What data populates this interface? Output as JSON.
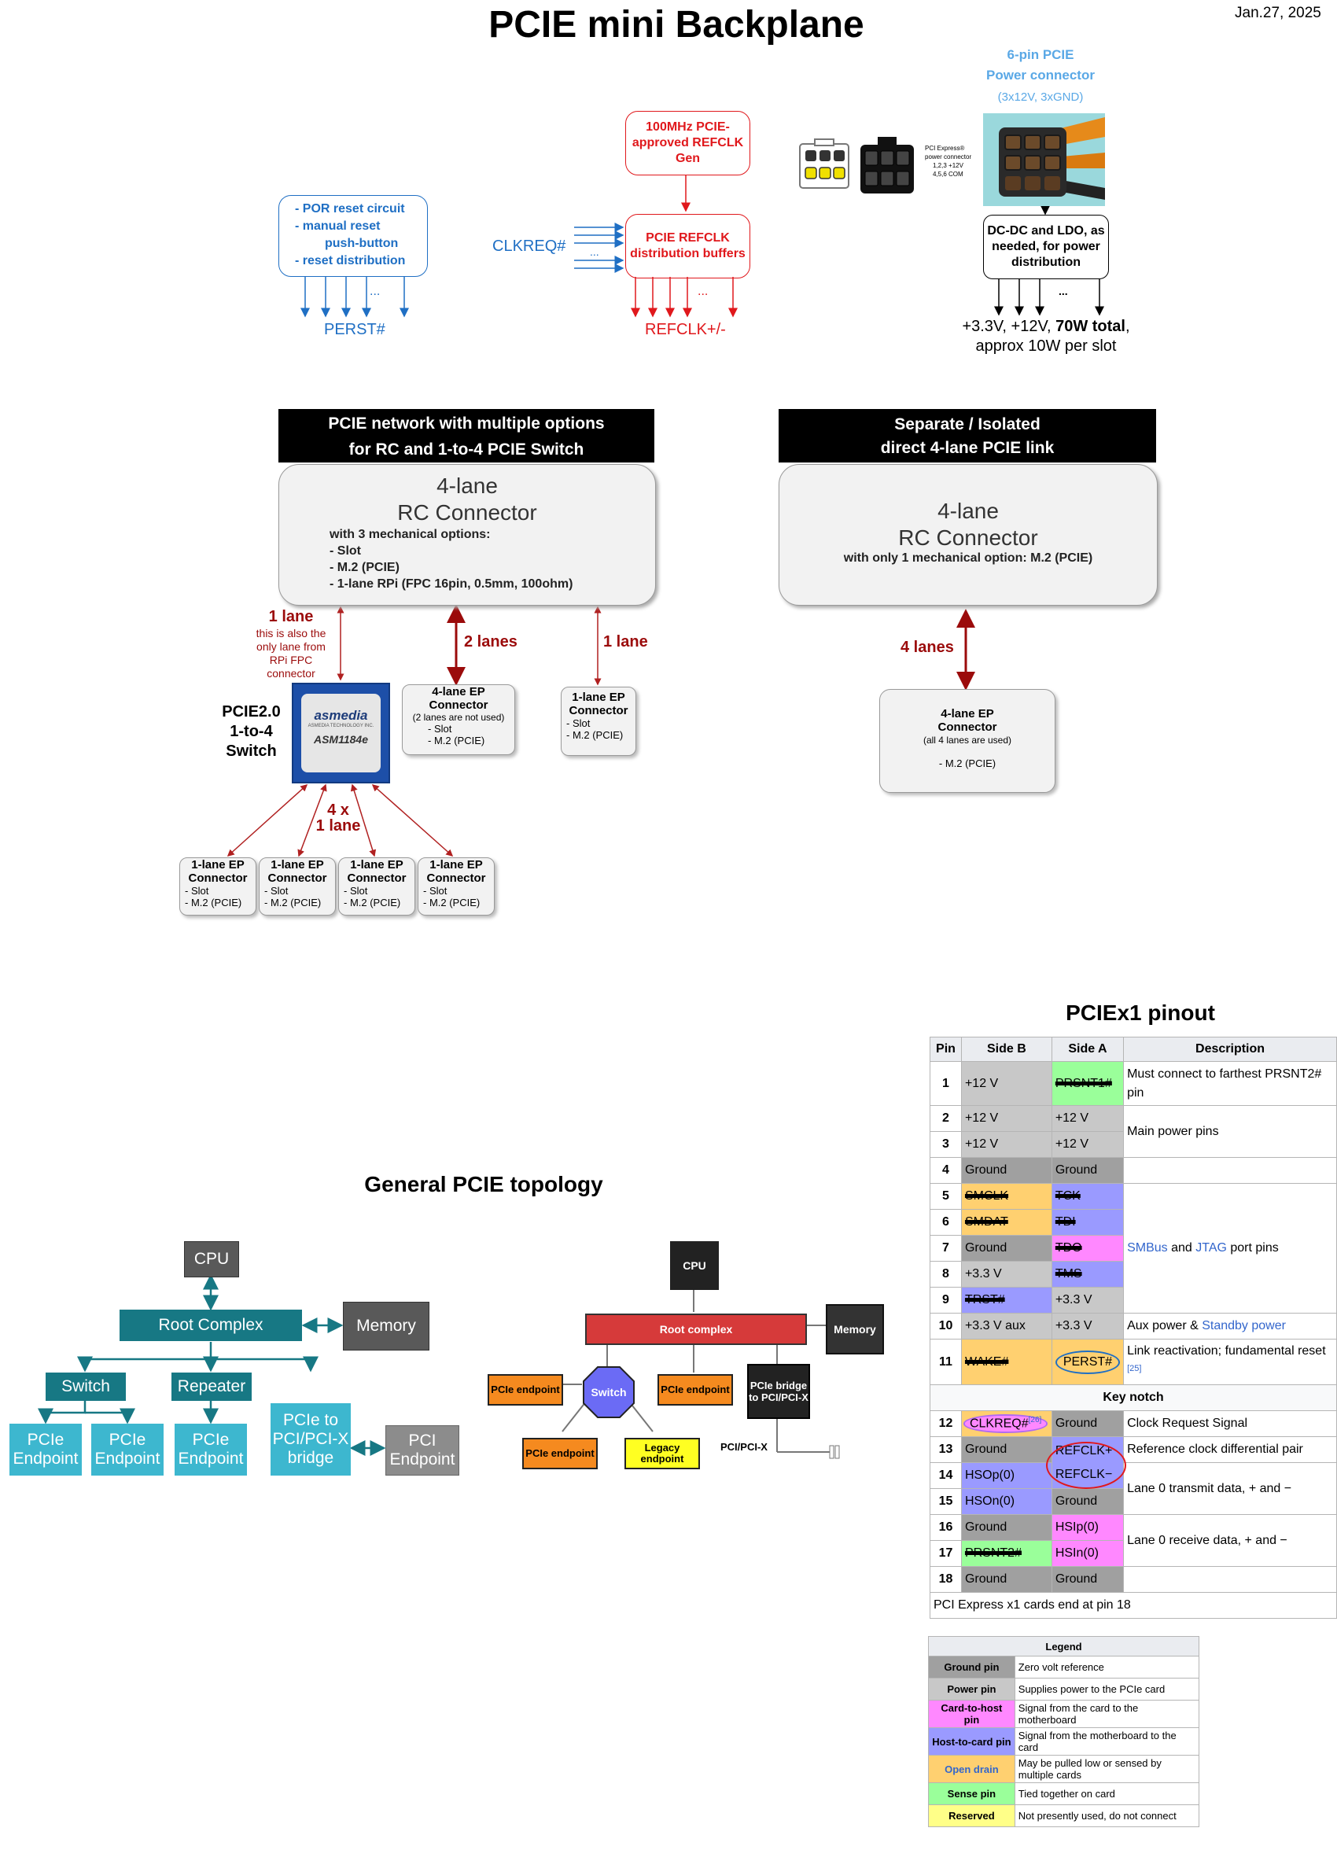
{
  "header": {
    "title": "PCIE mini Backplane",
    "date": "Jan.27, 2025"
  },
  "reset": {
    "lines": [
      "- POR reset circuit",
      "- manual reset",
      "push-button",
      "- reset distribution"
    ],
    "dots": "...",
    "output": "PERST#"
  },
  "refclk": {
    "gen": "100MHz PCIE-approved REFCLK Gen",
    "buffer": "PCIE REFCLK distribution buffers",
    "input": "CLKREQ#",
    "dots": "...",
    "output": "REFCLK+/-"
  },
  "power": {
    "title1": "6-pin PCIE",
    "title2": "Power connector",
    "subtitle": "(3x12V, 3xGND)",
    "photo_caption": [
      "PCI Express®",
      "power connector",
      "1,2,3  +12V",
      "4,5,6  COM"
    ],
    "converter": "DC-DC and LDO, as needed, for power distribution",
    "dots": "...",
    "out1": "+3.3V, +12V, ",
    "out_bold": "70W total",
    "out2": ",",
    "out3": "approx 10W per slot"
  },
  "left_net": {
    "banner1": "PCIE network with multiple options",
    "banner2": "for RC and 1-to-4 PCIE Switch",
    "rc1": "4-lane",
    "rc2": "RC Connector",
    "opt_title": "with 3 mechanical options:",
    "opts": [
      "- Slot",
      "- M.2 (PCIE)",
      "- 1-lane RPi (FPC 16pin, 0.5mm, 100ohm)"
    ],
    "link1": "1 lane",
    "link1_note": [
      "this is also the",
      "only lane from",
      "RPi FPC",
      "connector"
    ],
    "link2": "2 lanes",
    "link3": "1 lane",
    "switch_label": [
      "PCIE2.0",
      "1-to-4",
      "Switch"
    ],
    "chip_brand": "asmedia",
    "chip_sub": "ASMEDIA TECHNOLOGY INC.",
    "chip_part": "ASM1184e",
    "ep4": {
      "title": "4-lane EP",
      "title2": "Connector",
      "note": "(2 lanes are not  used)",
      "opts": [
        "- Slot",
        "- M.2 (PCIE)"
      ]
    },
    "ep1": {
      "title": "1-lane EP",
      "title2": "Connector",
      "opts": [
        "- Slot",
        "- M.2 (PCIE)"
      ]
    },
    "fan_label": [
      "4 x",
      "1 lane"
    ],
    "ep_bottom": {
      "title": "1-lane EP",
      "title2": "Connector",
      "opts": [
        "- Slot",
        "- M.2 (PCIE)"
      ]
    }
  },
  "right_net": {
    "banner1": "Separate / Isolated",
    "banner2": "direct 4-lane PCIE link",
    "rc1": "4-lane",
    "rc2": "RC Connector",
    "opt": "with only 1 mechanical option: M.2 (PCIE)",
    "link": "4 lanes",
    "ep": {
      "title": "4-lane EP",
      "title2": "Connector",
      "note": "(all 4 lanes are used)",
      "opt": "- M.2 (PCIE)"
    }
  },
  "topology": {
    "title": "General PCIE topology",
    "cpu": "CPU",
    "root": "Root Complex",
    "memory": "Memory",
    "switch": "Switch",
    "repeater": "Repeater",
    "ep": "PCIe Endpoint",
    "bridge": "PCIe to PCI/PCI-X bridge",
    "pci_ep": "PCI Endpoint",
    "cpu2": "CPU",
    "root2": "Root complex",
    "memory2": "Memory",
    "switch2": "Switch",
    "pcie_ep2": "PCIe endpoint",
    "bridge2": "PCIe bridge to PCI/PCI-X",
    "legacy2": "Legacy endpoint",
    "bus2": "PCI/PCI-X"
  },
  "pinout": {
    "title": "PCIEx1 pinout",
    "headers": [
      "Pin",
      "Side B",
      "Side A",
      "Description"
    ],
    "rows": [
      {
        "pin": "1",
        "b": "+12 V",
        "a": "PRSNT1#",
        "desc": "Must connect to farthest PRSNT2# pin"
      },
      {
        "pin": "2",
        "b": "+12 V",
        "a": "+12 V",
        "desc": "Main power pins"
      },
      {
        "pin": "3",
        "b": "+12 V",
        "a": "+12 V"
      },
      {
        "pin": "4",
        "b": "Ground",
        "a": "Ground",
        "desc": ""
      },
      {
        "pin": "5",
        "b": "SMCLK",
        "a": "TCK",
        "desc_parts": [
          "SMBus",
          " and ",
          "JTAG",
          " port pins"
        ]
      },
      {
        "pin": "6",
        "b": "SMDAT",
        "a": "TDI"
      },
      {
        "pin": "7",
        "b": "Ground",
        "a": "TDO"
      },
      {
        "pin": "8",
        "b": "+3.3 V",
        "a": "TMS"
      },
      {
        "pin": "9",
        "b": "TRST#",
        "a": "+3.3 V"
      },
      {
        "pin": "10",
        "b": "+3.3 V aux",
        "a": "+3.3 V",
        "desc_parts": [
          "Aux power & ",
          "Standby power"
        ]
      },
      {
        "pin": "11",
        "b": "WAKE#",
        "a": "PERST#",
        "desc": "Link reactivation; fundamental reset",
        "ref": "[25]"
      },
      {
        "pin": "12",
        "b": "CLKREQ#",
        "bref": "[26]",
        "a": "Ground",
        "desc": "Clock Request Signal"
      },
      {
        "pin": "13",
        "b": "Ground",
        "a": "REFCLK+",
        "desc": "Reference clock differential pair"
      },
      {
        "pin": "14",
        "b": "HSOp(0)",
        "a": "REFCLK−",
        "desc": "Lane 0 transmit data, + and −"
      },
      {
        "pin": "15",
        "b": "HSOn(0)",
        "a": "Ground"
      },
      {
        "pin": "16",
        "b": "Ground",
        "a": "HSIp(0)",
        "desc": "Lane 0 receive data, + and −"
      },
      {
        "pin": "17",
        "b": "PRSNT2#",
        "a": "HSIn(0)"
      },
      {
        "pin": "18",
        "b": "Ground",
        "a": "Ground",
        "desc": ""
      }
    ],
    "keynotch": "Key notch",
    "footer": "PCI Express x1 cards end at pin 18"
  },
  "legend": {
    "title": "Legend",
    "rows": [
      {
        "k": "Ground pin",
        "v": "Zero volt reference",
        "color": "#a0a0a0"
      },
      {
        "k": "Power pin",
        "v": "Supplies power to the PCIe card",
        "color": "#c8c8c8"
      },
      {
        "k": "Card-to-host pin",
        "v": "Signal from the card to the motherboard",
        "color": "#ff88ff"
      },
      {
        "k": "Host-to-card pin",
        "v": "Signal from the motherboard to the card",
        "color": "#9a9aff"
      },
      {
        "k": "Open drain",
        "v": "May be pulled low or sensed by multiple cards",
        "color": "#ffd070"
      },
      {
        "k": "Sense pin",
        "v": "Tied together on card",
        "color": "#9aff9a"
      },
      {
        "k": "Reserved",
        "v": "Not presently used, do not connect",
        "color": "#ffff88"
      }
    ]
  },
  "colors": {
    "blue": "#1f6fc4",
    "red": "#e0181c",
    "darkred": "#9b0b0b",
    "teal_dark": "#177884",
    "teal_light": "#3db7cf",
    "gray_dark": "#595959"
  }
}
